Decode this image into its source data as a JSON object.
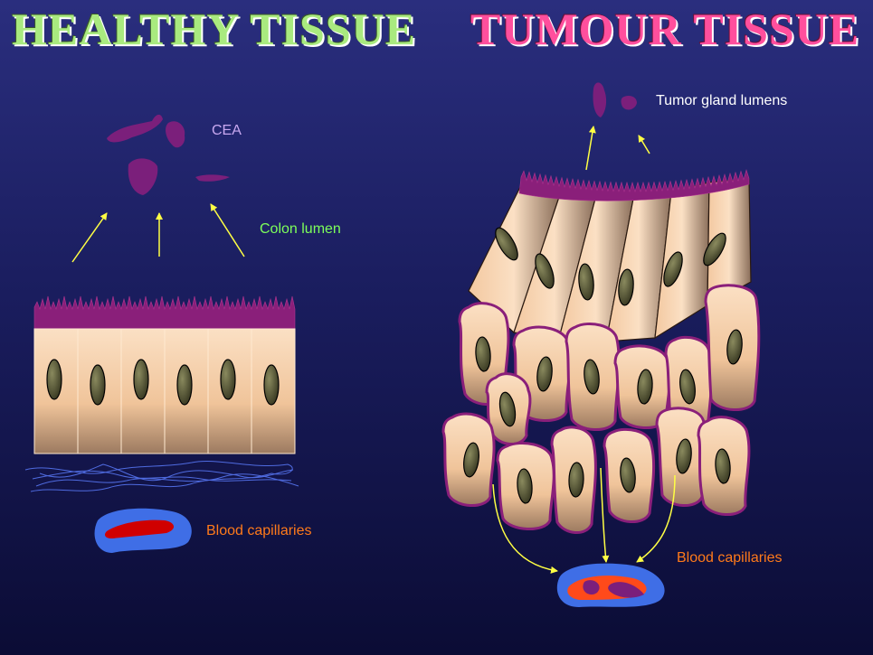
{
  "titles": {
    "healthy": "HEALTHY TISSUE",
    "tumour": "TUMOUR TISSUE"
  },
  "labels": {
    "cea": "CEA",
    "colon_lumen": "Colon lumen",
    "blood_left": "Blood capillaries",
    "gland_lumens": "Tumor gland lumens",
    "blood_right": "Blood capillaries"
  },
  "colors": {
    "background": "#1a1d5e",
    "healthy_title": "#a9ea7f",
    "tumour_title": "#ff4f9d",
    "cea_label": "#c8a8f0",
    "colon_label": "#7dff5a",
    "blood_label": "#ff7a1a",
    "gland_label": "#ffffff",
    "cea_molecule": "#7b1f7b",
    "cell_fill": "#f3c8a0",
    "arrow": "#ffff44"
  }
}
